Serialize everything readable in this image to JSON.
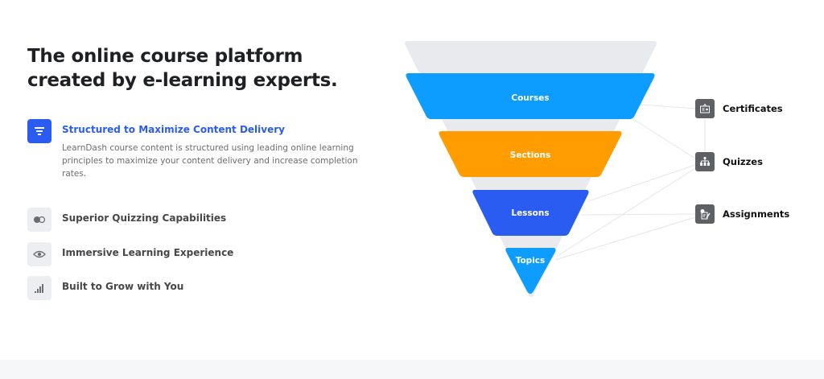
{
  "headline": {
    "line1": "The online course platform",
    "line2": "created by e-learning experts."
  },
  "features": [
    {
      "title": "Structured to Maximize Content Delivery",
      "description": "LearnDash course content is structured using leading online learning principles to maximize your content delivery and increase completion rates.",
      "icon": "funnel-icon",
      "active": true
    },
    {
      "title": "Superior Quizzing Capabilities",
      "icon": "quiz-toggle-icon",
      "active": false
    },
    {
      "title": "Immersive Learning Experience",
      "icon": "eye-icon",
      "active": false
    },
    {
      "title": "Built to Grow with You",
      "icon": "signal-bars-icon",
      "active": false
    }
  ],
  "funnel": {
    "levels": [
      "Courses",
      "Sections",
      "Lessons",
      "Topics"
    ],
    "outputs": [
      "Certificates",
      "Quizzes",
      "Assignments"
    ]
  },
  "colors": {
    "courses": "#0d9cff",
    "sections": "#ff9c00",
    "lessons": "#2a5cf2",
    "topics": "#0d9cff",
    "accent": "#2a5cf2"
  }
}
